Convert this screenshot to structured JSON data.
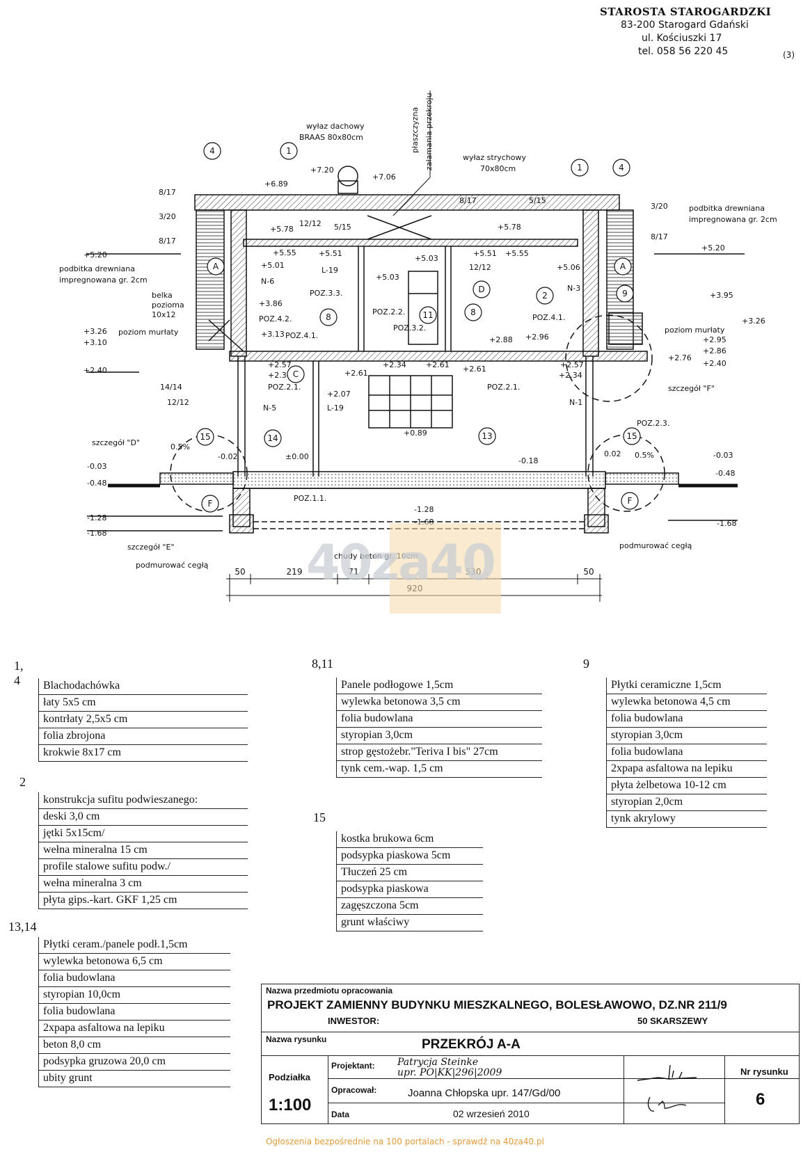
{
  "stamp": {
    "office": "STAROSTA STAROGARDZKI",
    "address1": "83-200 Starogard Gdański",
    "address2": "ul. Kościuszki 17",
    "phone": "tel. 058 56 220 45",
    "mark": "(3)"
  },
  "drawing": {
    "labels": {
      "roof_hatch": "wyłaz dachowy",
      "roof_hatch_size": "BRAAS 80x80cm",
      "section_plane_1": "płaszczyzna",
      "section_plane_2": "załamania przekroju",
      "attic_hatch": "wyłaz strychowy",
      "attic_hatch_size": "70x80cm",
      "soffit_l1": "podbitka drewniana",
      "soffit_l2": "impregnowana gr. 2cm",
      "soffit_r1": "podbitka drewniana",
      "soffit_r2": "impregnowana gr. 2cm",
      "beam_1": "belka",
      "beam_2": "pozioma",
      "beam_3": "10x12",
      "wall_plate_l": "poziom murłaty",
      "wall_plate_r": "poziom murłaty",
      "detail_d": "szczegół \"D\"",
      "detail_e": "szczegół \"E\"",
      "detail_f": "szczegół \"F\"",
      "brick_l": "podmurować cegłą",
      "brick_r": "podmurować cegłą",
      "lean_concrete": "chudy beton gr. 10cm"
    },
    "sizes": [
      "8/17",
      "3/20",
      "8/17",
      "14/14",
      "12/12",
      "12/12",
      "5/15",
      "8/17",
      "5/15",
      "12/12",
      "3/20",
      "8/17"
    ],
    "elements": [
      "POZ.3.3.",
      "POZ.2.2.",
      "POZ.3.2.",
      "POZ.4.2.",
      "POZ.4.1.",
      "POZ.4.1.",
      "POZ.2.1.",
      "POZ.2.1.",
      "POZ.2.3.",
      "POZ.1.1.",
      "N-6",
      "N-5",
      "N-3",
      "N-1",
      "L-19",
      "L-19"
    ],
    "levels": [
      "+7.20",
      "+7.06",
      "+6.89",
      "+5.78",
      "+5.78",
      "+5.55",
      "+5.51",
      "+5.51",
      "+5.55",
      "+5.20",
      "+5.20",
      "+5.01",
      "+5.03",
      "+5.03",
      "+5.06",
      "+3.95",
      "+3.86",
      "+3.26",
      "+3.26",
      "+3.13",
      "+3.10",
      "+2.96",
      "+2.95",
      "+2.88",
      "+2.86",
      "+2.76",
      "+2.61",
      "+2.61",
      "+2.61",
      "+2.57",
      "+2.57",
      "+2.40",
      "+2.40",
      "+2.34",
      "+2.34",
      "+2.34",
      "+2.07",
      "+0.89",
      "±0.00",
      "-0.02",
      "0.02",
      "-0.03",
      "-0.03",
      "-0.18",
      "-0.48",
      "-0.48",
      "-1.28",
      "-1.28",
      "-1.68",
      "-1.68",
      "-1.68"
    ],
    "slopes": [
      "0.5%",
      "0.5%"
    ],
    "markers": [
      "4",
      "1",
      "1",
      "4",
      "A",
      "A",
      "C",
      "D",
      "2",
      "8",
      "8",
      "11",
      "9",
      "15",
      "14",
      "13",
      "15",
      "F",
      "F"
    ],
    "dims": [
      "50",
      "219",
      "71",
      "530",
      "50"
    ],
    "overall": "920"
  },
  "specs": [
    {
      "no": "1, 4",
      "items": [
        "Blachodachówka",
        "łaty  5x5 cm",
        "kontrłaty 2,5x5 cm",
        "folia zbrojona",
        "krokwie 8x17 cm"
      ]
    },
    {
      "no": "2",
      "items": [
        "konstrukcja sufitu podwieszanego:",
        "deski 3,0 cm",
        "jętki 5x15cm/",
        "wełna mineralna 15 cm",
        "profile stalowe sufitu podw./",
        "wełna mineralna 3 cm",
        "płyta gips.-kart. GKF 1,25 cm"
      ]
    },
    {
      "no": "13,14",
      "items": [
        "Płytki ceram./panele podł.1,5cm",
        "wylewka betonowa 6,5 cm",
        "folia budowlana",
        "styropian 10,0cm",
        "folia budowlana",
        "2xpapa asfaltowa na lepiku",
        "beton 8,0 cm",
        "podsypka gruzowa 20,0 cm",
        "ubity grunt"
      ]
    },
    {
      "no": "8,11",
      "items": [
        "Panele podłogowe 1,5cm",
        "wylewka betonowa 3,5 cm",
        "folia budowlana",
        "styropian 3,0cm",
        "strop gęstożebr.\"Teriva I bis\" 27cm",
        "tynk cem.-wap. 1,5 cm"
      ]
    },
    {
      "no": "15",
      "items": [
        "kostka brukowa 6cm",
        "podsypka piaskowa 5cm",
        "Tłuczeń 25 cm",
        "podsypka piaskowa",
        "zagęszczona  5cm",
        "grunt właściwy"
      ]
    },
    {
      "no": "9",
      "items": [
        "Płytki ceramiczne 1,5cm",
        "wylewka betonowa 4,5 cm",
        "folia budowlana",
        "styropian 3,0cm",
        "folia budowlana",
        "2xpapa asfaltowa na lepiku",
        "płyta żelbetowa 10-12 cm",
        "styropian 2,0cm",
        "tynk akrylowy"
      ]
    }
  ],
  "titleblock": {
    "subject_label": "Nazwa przedmiotu opracowania",
    "project": "PROJEKT ZAMIENNY BUDYNKU MIESZKALNEGO, BOLESŁAWOWO, DZ.NR 211/9",
    "investor_label": "INWESTOR:",
    "investor_partial": "50 SKARSZEWY",
    "drawing_label": "Nazwa rysunku",
    "drawing_name": "PRZEKRÓJ A-A",
    "scale_label": "Podziałka",
    "scale": "1:100",
    "designer_label": "Projektant:",
    "designer_hand1": "Patrycja  Steinke",
    "designer_hand2": "upr.   PO|KK|296|2009",
    "prepared_label": "Opracował:",
    "prepared": "Joanna Chłopska upr. 147/Gd/00",
    "date_label": "Data",
    "date": "02 wrzesień  2010",
    "sheet_label": "Nr rysunku",
    "sheet": "6"
  },
  "watermark": "40za40",
  "footer": "Ogłoszenia bezpośrednie na 100 portalach - sprawdź na 40za40.pl"
}
